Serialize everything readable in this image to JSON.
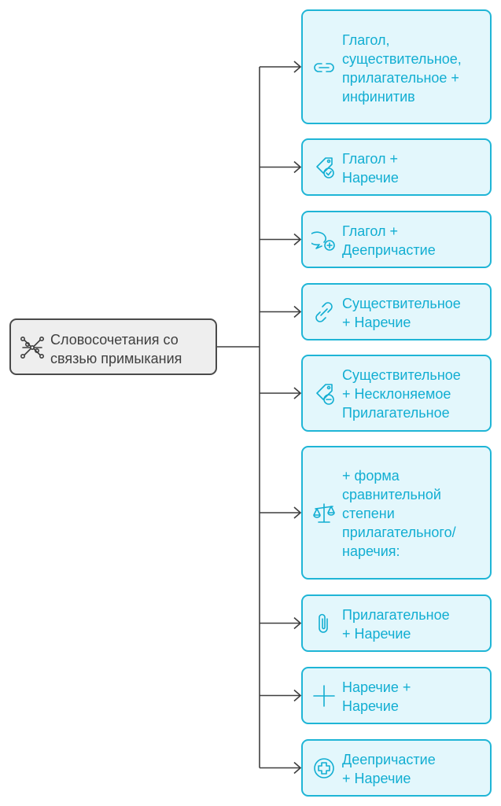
{
  "diagram": {
    "root": {
      "label": "Словосочетания со связью примыкания",
      "icon": "network-graph-icon"
    },
    "branches": [
      {
        "label": "Глагол,\nсуществительное,\nприлагательное +\nинфинитив",
        "icon": "link-chain-icon"
      },
      {
        "label": "Глагол +\nНаречие",
        "icon": "tag-check-icon"
      },
      {
        "label": "Глагол +\nДеепричастие",
        "icon": "speech-bubble-plus-icon"
      },
      {
        "label": "Существительное\n+ Наречие",
        "icon": "link-slanted-icon"
      },
      {
        "label": "Существительное\n+ Несклоняемое\nПрилагательное",
        "icon": "tag-minus-icon"
      },
      {
        "label": "+ форма\nсравнительной\nстепени\nприлагательного/\nнаречия:",
        "icon": "balance-scale-icon"
      },
      {
        "label": "Прилагательное\n+ Наречие",
        "icon": "paperclip-icon"
      },
      {
        "label": "Наречие +\nНаречие",
        "icon": "plus-icon"
      },
      {
        "label": "Деепричастие\n+ Наречие",
        "icon": "plus-circle-icon"
      }
    ]
  },
  "colors": {
    "leaf_fill": "#e3f7fc",
    "leaf_border": "#1fb5d6",
    "leaf_text": "#12aed2",
    "root_fill": "#eeeeee",
    "root_border": "#4a4a4a",
    "connector": "#3f3f3f"
  }
}
